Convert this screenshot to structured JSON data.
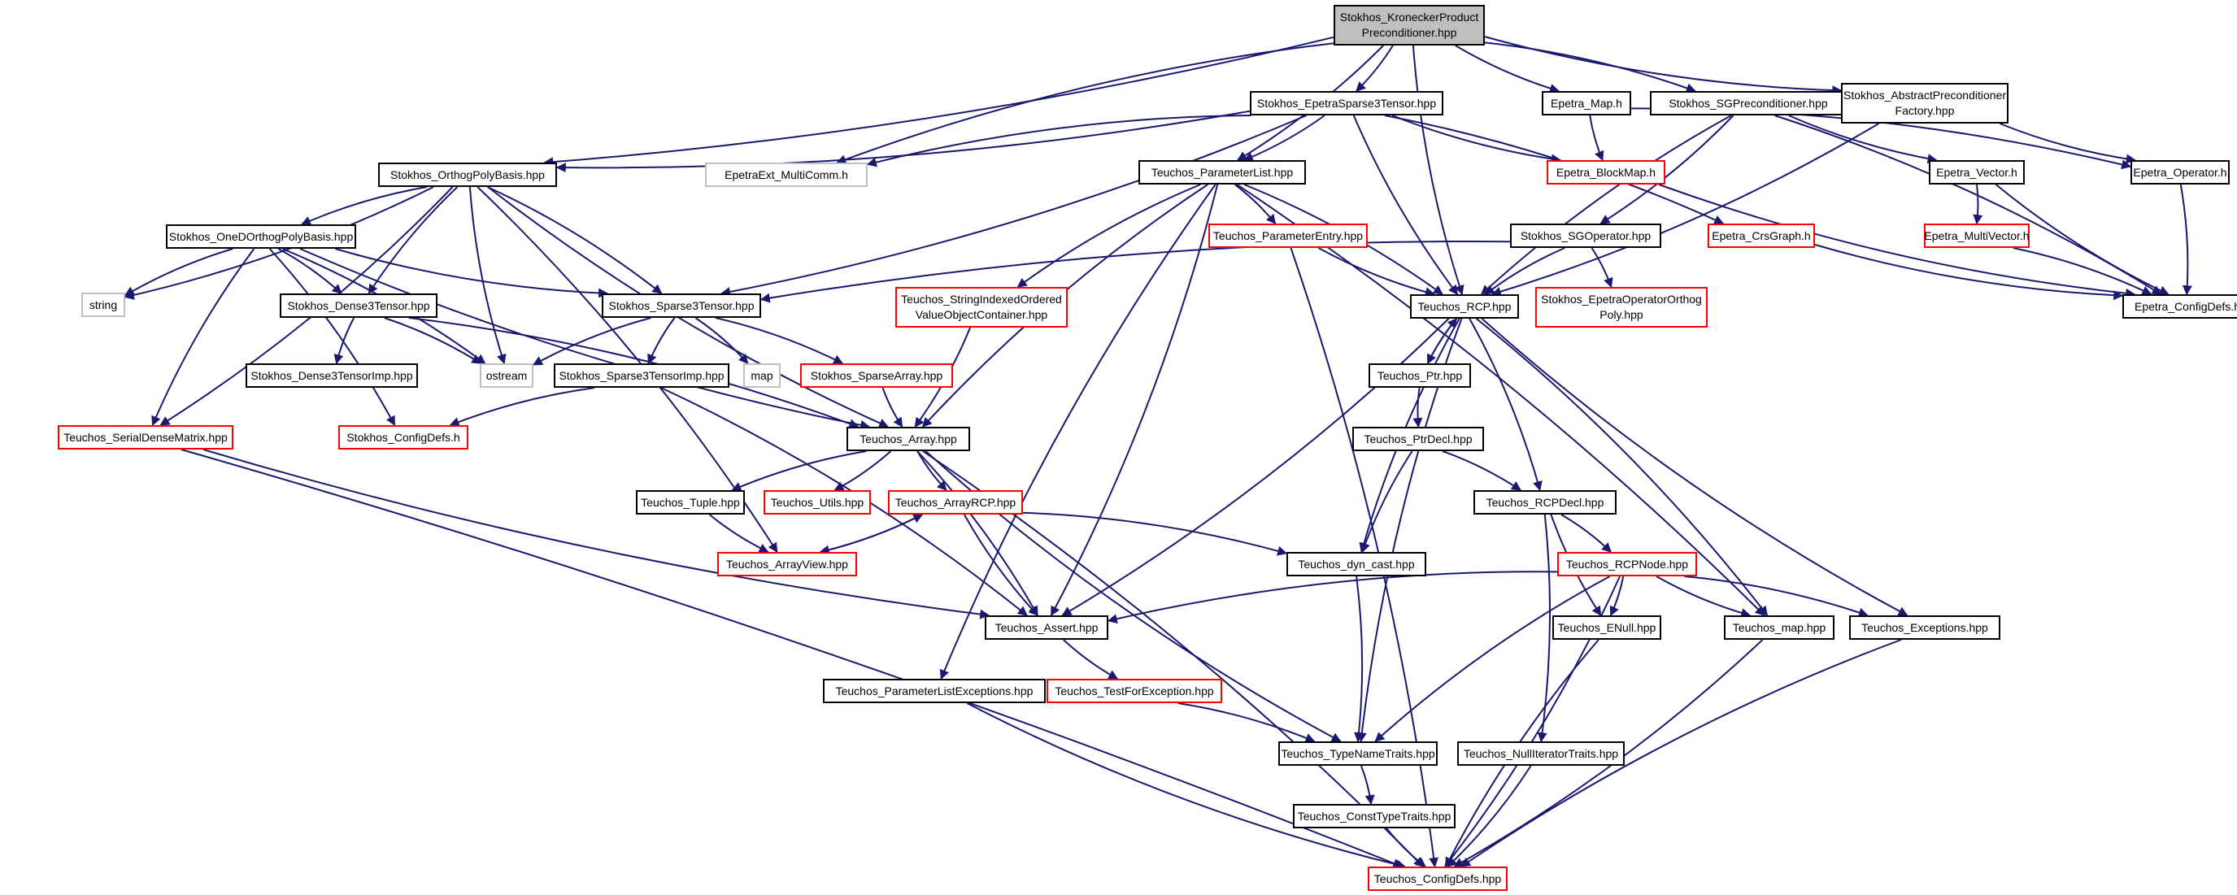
{
  "colors": {
    "edge": "#191970",
    "node_border": "#000000",
    "node_border_incomplete": "#ff0000",
    "node_border_external": "#bfbfbf",
    "root_fill": "#bfbfbf"
  },
  "nodes": {
    "root": {
      "label": "Stokhos_KroneckerProduct\nPreconditioner.hpp",
      "style": "root"
    },
    "epetrasparse3": {
      "label": "Stokhos_EpetraSparse3Tensor.hpp",
      "style": "black"
    },
    "epetramap": {
      "label": "Epetra_Map.h",
      "style": "black"
    },
    "sgprec": {
      "label": "Stokhos_SGPreconditioner.hpp",
      "style": "black"
    },
    "absprec": {
      "label": "Stokhos_AbstractPreconditioner\nFactory.hpp",
      "style": "black"
    },
    "orthopoly": {
      "label": "Stokhos_OrthogPolyBasis.hpp",
      "style": "black"
    },
    "epetraextmulti": {
      "label": "EpetraExt_MultiComm.h",
      "style": "gray"
    },
    "paramlist": {
      "label": "Teuchos_ParameterList.hpp",
      "style": "black"
    },
    "blockmap": {
      "label": "Epetra_BlockMap.h",
      "style": "red"
    },
    "epetravector": {
      "label": "Epetra_Vector.h",
      "style": "black"
    },
    "epetraoperator": {
      "label": "Epetra_Operator.h",
      "style": "black"
    },
    "onedortho": {
      "label": "Stokhos_OneDOrthogPolyBasis.hpp",
      "style": "black"
    },
    "paramentry": {
      "label": "Teuchos_ParameterEntry.hpp",
      "style": "red"
    },
    "sgoperator": {
      "label": "Stokhos_SGOperator.hpp",
      "style": "black"
    },
    "crsgraph": {
      "label": "Epetra_CrsGraph.h",
      "style": "red"
    },
    "multivector": {
      "label": "Epetra_MultiVector.h",
      "style": "red"
    },
    "string": {
      "label": "string",
      "style": "gray"
    },
    "dense3": {
      "label": "Stokhos_Dense3Tensor.hpp",
      "style": "black"
    },
    "sparse3": {
      "label": "Stokhos_Sparse3Tensor.hpp",
      "style": "black"
    },
    "stringindexed": {
      "label": "Teuchos_StringIndexedOrdered\nValueObjectContainer.hpp",
      "style": "red"
    },
    "rcp": {
      "label": "Teuchos_RCP.hpp",
      "style": "black"
    },
    "epetraop_orthog": {
      "label": "Stokhos_EpetraOperatorOrthog\nPoly.hpp",
      "style": "red"
    },
    "configdefs_h": {
      "label": "Epetra_ConfigDefs.h",
      "style": "black"
    },
    "ostream": {
      "label": "ostream",
      "style": "gray"
    },
    "map": {
      "label": "map",
      "style": "gray"
    },
    "dense3imp": {
      "label": "Stokhos_Dense3TensorImp.hpp",
      "style": "black"
    },
    "sparse3imp": {
      "label": "Stokhos_Sparse3TensorImp.hpp",
      "style": "black"
    },
    "sparsearray": {
      "label": "Stokhos_SparseArray.hpp",
      "style": "red"
    },
    "ptr": {
      "label": "Teuchos_Ptr.hpp",
      "style": "black"
    },
    "serialdense": {
      "label": "Teuchos_SerialDenseMatrix.hpp",
      "style": "red"
    },
    "stokhosconfig": {
      "label": "Stokhos_ConfigDefs.h",
      "style": "red"
    },
    "array": {
      "label": "Teuchos_Array.hpp",
      "style": "black"
    },
    "ptrdecl": {
      "label": "Teuchos_PtrDecl.hpp",
      "style": "black"
    },
    "tuple": {
      "label": "Teuchos_Tuple.hpp",
      "style": "black"
    },
    "utils": {
      "label": "Teuchos_Utils.hpp",
      "style": "red"
    },
    "arrayrcp": {
      "label": "Teuchos_ArrayRCP.hpp",
      "style": "red"
    },
    "rcpdecl": {
      "label": "Teuchos_RCPDecl.hpp",
      "style": "black"
    },
    "arrayview": {
      "label": "Teuchos_ArrayView.hpp",
      "style": "red"
    },
    "dyncast": {
      "label": "Teuchos_dyn_cast.hpp",
      "style": "black"
    },
    "rcpnode": {
      "label": "Teuchos_RCPNode.hpp",
      "style": "red"
    },
    "assert": {
      "label": "Teuchos_Assert.hpp",
      "style": "black"
    },
    "enull": {
      "label": "Teuchos_ENull.hpp",
      "style": "black"
    },
    "tmap": {
      "label": "Teuchos_map.hpp",
      "style": "black"
    },
    "exceptions": {
      "label": "Teuchos_Exceptions.hpp",
      "style": "black"
    },
    "paramlistexc": {
      "label": "Teuchos_ParameterListExceptions.hpp",
      "style": "black"
    },
    "testforexc": {
      "label": "Teuchos_TestForException.hpp",
      "style": "red"
    },
    "typenametraits": {
      "label": "Teuchos_TypeNameTraits.hpp",
      "style": "black"
    },
    "nulliter": {
      "label": "Teuchos_NullIteratorTraits.hpp",
      "style": "black"
    },
    "consttypetraits": {
      "label": "Teuchos_ConstTypeTraits.hpp",
      "style": "black"
    },
    "tconfig": {
      "label": "Teuchos_ConfigDefs.hpp",
      "style": "red"
    }
  },
  "edges": [
    [
      "root",
      "epetrasparse3"
    ],
    [
      "root",
      "epetramap"
    ],
    [
      "root",
      "sgprec"
    ],
    [
      "root",
      "absprec"
    ],
    [
      "root",
      "orthopoly"
    ],
    [
      "root",
      "epetraextmulti"
    ],
    [
      "root",
      "paramlist"
    ],
    [
      "root",
      "rcp"
    ],
    [
      "epetrasparse3",
      "orthopoly"
    ],
    [
      "epetrasparse3",
      "epetraextmulti"
    ],
    [
      "epetrasparse3",
      "paramlist"
    ],
    [
      "epetrasparse3",
      "blockmap"
    ],
    [
      "epetrasparse3",
      "crsgraph"
    ],
    [
      "epetrasparse3",
      "rcp"
    ],
    [
      "epetrasparse3",
      "sparse3"
    ],
    [
      "epetramap",
      "blockmap"
    ],
    [
      "epetramap",
      "epetraoperator"
    ],
    [
      "sgprec",
      "epetravector"
    ],
    [
      "sgprec",
      "sgoperator"
    ],
    [
      "sgprec",
      "rcp"
    ],
    [
      "sgprec",
      "configdefs_h"
    ],
    [
      "absprec",
      "epetraoperator"
    ],
    [
      "absprec",
      "rcp"
    ],
    [
      "orthopoly",
      "onedortho"
    ],
    [
      "orthopoly",
      "string"
    ],
    [
      "orthopoly",
      "dense3"
    ],
    [
      "orthopoly",
      "sparse3"
    ],
    [
      "orthopoly",
      "ostream"
    ],
    [
      "orthopoly",
      "serialdense"
    ],
    [
      "orthopoly",
      "array"
    ],
    [
      "orthopoly",
      "arrayview"
    ],
    [
      "onedortho",
      "string"
    ],
    [
      "onedortho",
      "dense3"
    ],
    [
      "onedortho",
      "sparse3"
    ],
    [
      "onedortho",
      "ostream"
    ],
    [
      "onedortho",
      "serialdense"
    ],
    [
      "onedortho",
      "stokhosconfig"
    ],
    [
      "onedortho",
      "array"
    ],
    [
      "paramlist",
      "paramentry"
    ],
    [
      "paramlist",
      "stringindexed"
    ],
    [
      "paramlist",
      "rcp"
    ],
    [
      "paramlist",
      "array"
    ],
    [
      "paramlist",
      "assert"
    ],
    [
      "paramlist",
      "paramlistexc"
    ],
    [
      "paramlist",
      "tmap"
    ],
    [
      "paramentry",
      "rcp"
    ],
    [
      "paramentry",
      "tconfig"
    ],
    [
      "blockmap",
      "configdefs_h"
    ],
    [
      "epetravector",
      "multivector"
    ],
    [
      "epetravector",
      "configdefs_h"
    ],
    [
      "multivector",
      "configdefs_h"
    ],
    [
      "crsgraph",
      "configdefs_h"
    ],
    [
      "epetraoperator",
      "configdefs_h"
    ],
    [
      "sgoperator",
      "rcp"
    ],
    [
      "sgoperator",
      "epetraop_orthog"
    ],
    [
      "sgoperator",
      "sparse3"
    ],
    [
      "dense3",
      "ostream"
    ],
    [
      "dense3",
      "dense3imp"
    ],
    [
      "dense3",
      "array"
    ],
    [
      "sparse3",
      "ostream"
    ],
    [
      "sparse3",
      "map"
    ],
    [
      "sparse3",
      "sparse3imp"
    ],
    [
      "sparse3",
      "sparsearray"
    ],
    [
      "sparse3imp",
      "stokhosconfig"
    ],
    [
      "sparse3imp",
      "assert"
    ],
    [
      "sparsearray",
      "array"
    ],
    [
      "stringindexed",
      "array"
    ],
    [
      "rcp",
      "ptr"
    ],
    [
      "rcp",
      "rcpdecl"
    ],
    [
      "rcp",
      "dyncast"
    ],
    [
      "rcp",
      "assert"
    ],
    [
      "rcp",
      "typenametraits"
    ],
    [
      "rcp",
      "tmap"
    ],
    [
      "rcp",
      "exceptions"
    ],
    [
      "ptr",
      "rcp"
    ],
    [
      "ptr",
      "ptrdecl"
    ],
    [
      "ptrdecl",
      "rcpdecl"
    ],
    [
      "ptrdecl",
      "dyncast"
    ],
    [
      "rcpdecl",
      "rcpnode"
    ],
    [
      "rcpdecl",
      "enull"
    ],
    [
      "rcpdecl",
      "nulliter"
    ],
    [
      "rcpnode",
      "assert"
    ],
    [
      "rcpnode",
      "enull"
    ],
    [
      "rcpnode",
      "tmap"
    ],
    [
      "rcpnode",
      "exceptions"
    ],
    [
      "rcpnode",
      "typenametraits"
    ],
    [
      "rcpnode",
      "tconfig"
    ],
    [
      "serialdense",
      "assert"
    ],
    [
      "serialdense",
      "tconfig"
    ],
    [
      "array",
      "tuple"
    ],
    [
      "array",
      "utils"
    ],
    [
      "array",
      "arrayrcp"
    ],
    [
      "array",
      "assert"
    ],
    [
      "array",
      "typenametraits"
    ],
    [
      "array",
      "tconfig"
    ],
    [
      "tuple",
      "arrayview"
    ],
    [
      "arrayrcp",
      "arrayview"
    ],
    [
      "arrayrcp",
      "assert"
    ],
    [
      "arrayrcp",
      "dyncast"
    ],
    [
      "arrayview",
      "arrayrcp"
    ],
    [
      "dyncast",
      "typenametraits"
    ],
    [
      "assert",
      "testforexc"
    ],
    [
      "testforexc",
      "typenametraits"
    ],
    [
      "paramlistexc",
      "tconfig"
    ],
    [
      "typenametraits",
      "consttypetraits"
    ],
    [
      "consttypetraits",
      "tconfig"
    ],
    [
      "nulliter",
      "tconfig"
    ],
    [
      "enull",
      "tconfig"
    ],
    [
      "tmap",
      "tconfig"
    ],
    [
      "exceptions",
      "tconfig"
    ]
  ]
}
